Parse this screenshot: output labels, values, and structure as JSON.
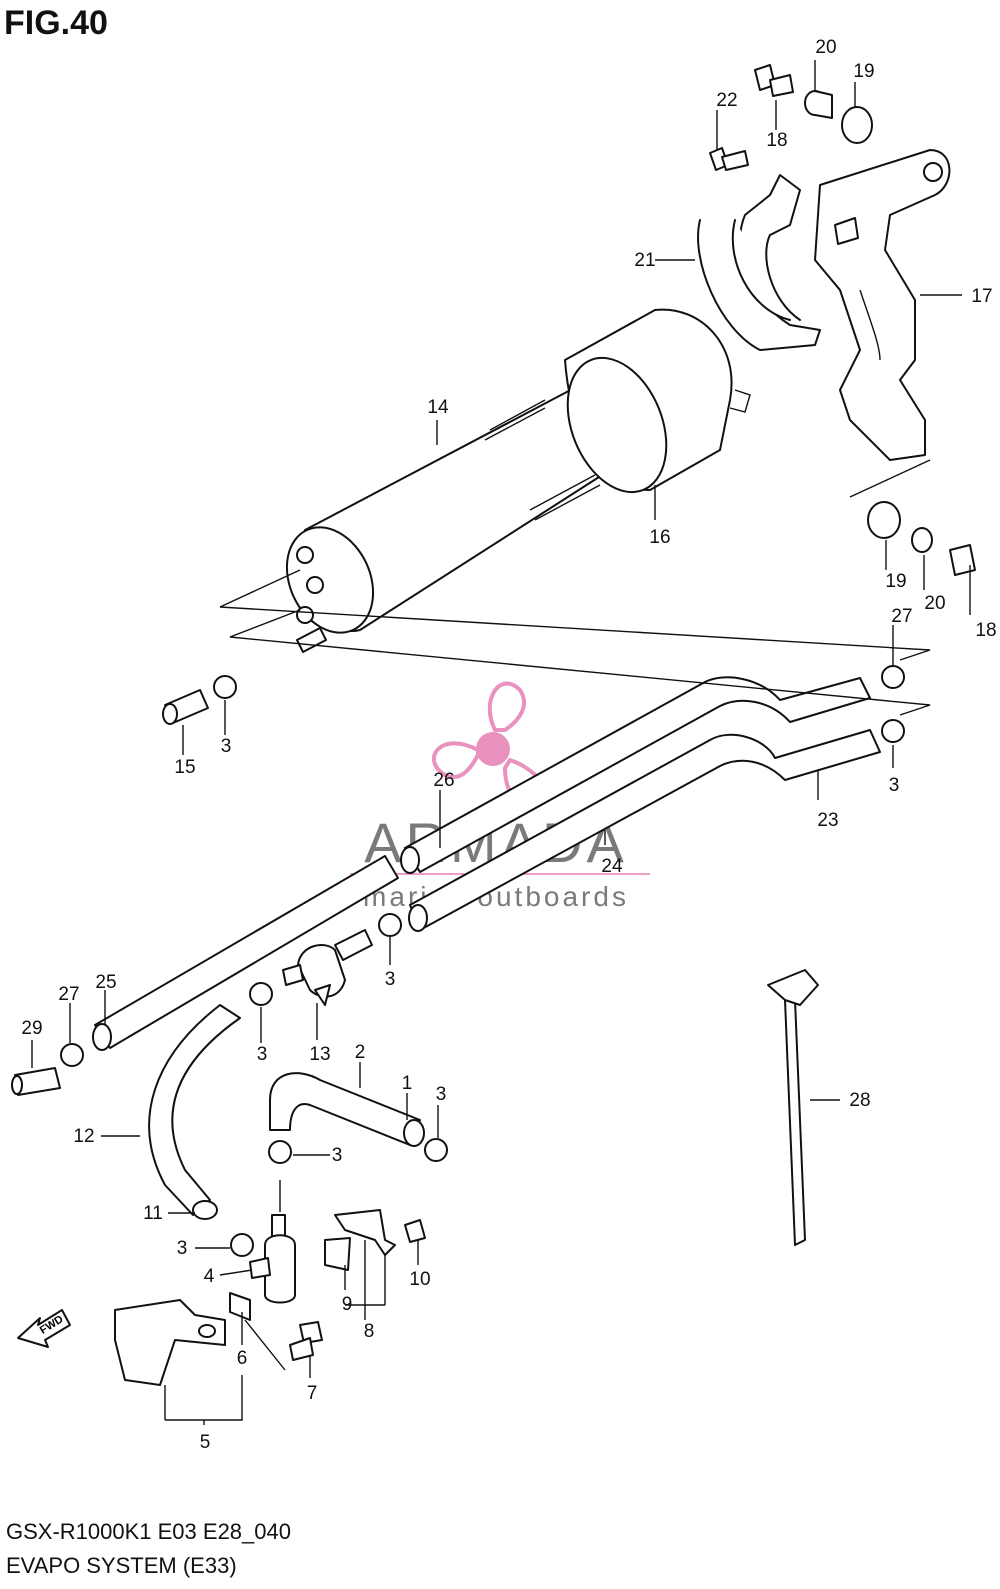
{
  "figure": {
    "title": "FIG.40",
    "footer_code": "GSX-R1000K1 E03 E28_040",
    "footer_title": "EVAPO SYSTEM (E33)"
  },
  "watermark": {
    "brand": "ARMADA",
    "tagline": "marine outboards",
    "colors": {
      "logo": "#e77fb3",
      "text": "#7a7a7a"
    }
  },
  "arrow_label": "FWD",
  "callouts": {
    "c1": "1",
    "c2": "2",
    "c3a": "3",
    "c3b": "3",
    "c3c": "3",
    "c3d": "3",
    "c3e": "3",
    "c3f": "3",
    "c3g": "3",
    "c4": "4",
    "c5": "5",
    "c6": "6",
    "c7": "7",
    "c8": "8",
    "c9": "9",
    "c10": "10",
    "c11": "11",
    "c12": "12",
    "c13": "13",
    "c14": "14",
    "c15": "15",
    "c16": "16",
    "c17": "17",
    "c18a": "18",
    "c18b": "18",
    "c19a": "19",
    "c19b": "19",
    "c20a": "20",
    "c20b": "20",
    "c21": "21",
    "c22": "22",
    "c23": "23",
    "c24": "24",
    "c25": "25",
    "c26": "26",
    "c27a": "27",
    "c27b": "27",
    "c28": "28",
    "c29": "29"
  }
}
